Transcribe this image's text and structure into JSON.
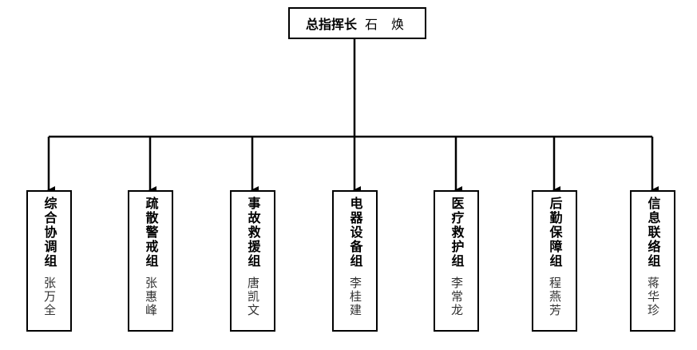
{
  "commander": {
    "title": "总指挥长",
    "name": "石 焕"
  },
  "units": [
    {
      "name": "综合协调组",
      "leader": "张万全"
    },
    {
      "name": "疏散警戒组",
      "leader": "张惠峰"
    },
    {
      "name": "事故救援组",
      "leader": "唐凯文"
    },
    {
      "name": "电器设备组",
      "leader": "李桂建"
    },
    {
      "name": "医疗救护组",
      "leader": "李常龙"
    },
    {
      "name": "后勤保障组",
      "leader": "程燕芳"
    },
    {
      "name": "信息联络组",
      "leader": "蒋华珍"
    }
  ]
}
